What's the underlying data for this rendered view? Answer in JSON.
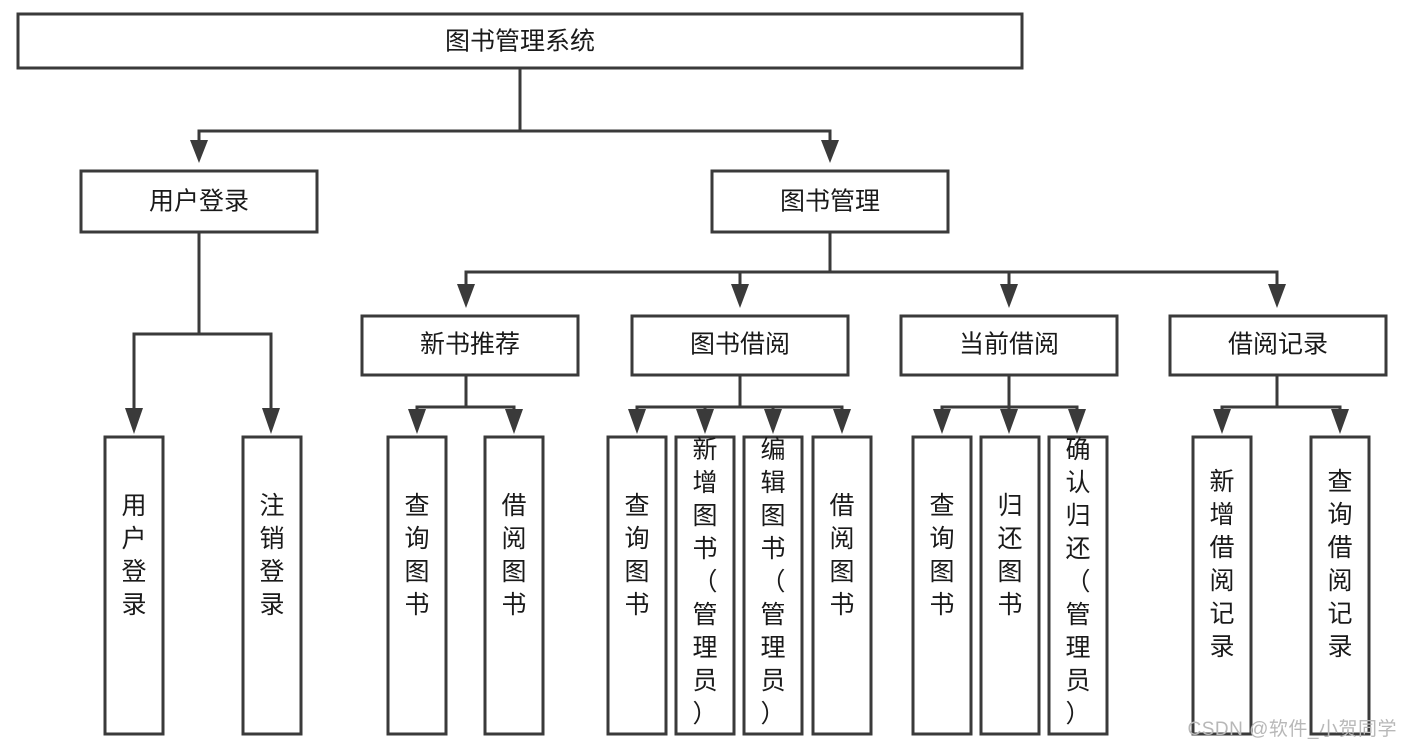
{
  "diagram": {
    "type": "tree",
    "title": "图书管理系统",
    "orientation": "top-down",
    "colors": {
      "box_fill": "#ffffff",
      "box_stroke": "#3a3a3a",
      "connector": "#3a3a3a",
      "text": "#1a1a1a",
      "watermark": "#b8b8b8",
      "background": "#ffffff"
    },
    "root": {
      "label": "图书管理系统",
      "orientation": "horizontal"
    },
    "level2": [
      {
        "label": "用户登录",
        "orientation": "horizontal"
      },
      {
        "label": "图书管理",
        "orientation": "horizontal"
      }
    ],
    "level3": [
      {
        "label": "新书推荐",
        "orientation": "horizontal"
      },
      {
        "label": "图书借阅",
        "orientation": "horizontal"
      },
      {
        "label": "当前借阅",
        "orientation": "horizontal"
      },
      {
        "label": "借阅记录",
        "orientation": "horizontal"
      }
    ],
    "leaves": {
      "user_login": [
        {
          "label": "用户登录",
          "orientation": "vertical"
        },
        {
          "label": "注销登录",
          "orientation": "vertical"
        }
      ],
      "new_book_recommend": [
        {
          "label": "查询图书",
          "orientation": "vertical"
        },
        {
          "label": "借阅图书",
          "orientation": "vertical"
        }
      ],
      "book_borrow": [
        {
          "label": "查询图书",
          "orientation": "vertical"
        },
        {
          "label": "新增图书（管理员）",
          "orientation": "vertical"
        },
        {
          "label": "编辑图书（管理员）",
          "orientation": "vertical"
        },
        {
          "label": "借阅图书",
          "orientation": "vertical"
        }
      ],
      "current_borrow": [
        {
          "label": "查询图书",
          "orientation": "vertical"
        },
        {
          "label": "归还图书",
          "orientation": "vertical"
        },
        {
          "label": "确认归还（管理员）",
          "orientation": "vertical"
        }
      ],
      "borrow_record": [
        {
          "label": "新增借阅记录",
          "orientation": "vertical"
        },
        {
          "label": "查询借阅记录",
          "orientation": "vertical"
        }
      ]
    },
    "edges": [
      {
        "from": "图书管理系统",
        "to": "用户登录"
      },
      {
        "from": "图书管理系统",
        "to": "图书管理"
      },
      {
        "from": "图书管理",
        "to": "新书推荐"
      },
      {
        "from": "图书管理",
        "to": "图书借阅"
      },
      {
        "from": "图书管理",
        "to": "当前借阅"
      },
      {
        "from": "图书管理",
        "to": "借阅记录"
      },
      {
        "from": "用户登录",
        "to": "用户登录"
      },
      {
        "from": "用户登录",
        "to": "注销登录"
      },
      {
        "from": "新书推荐",
        "to": "查询图书"
      },
      {
        "from": "新书推荐",
        "to": "借阅图书"
      },
      {
        "from": "图书借阅",
        "to": "查询图书"
      },
      {
        "from": "图书借阅",
        "to": "新增图书（管理员）"
      },
      {
        "from": "图书借阅",
        "to": "编辑图书（管理员）"
      },
      {
        "from": "图书借阅",
        "to": "借阅图书"
      },
      {
        "from": "当前借阅",
        "to": "查询图书"
      },
      {
        "from": "当前借阅",
        "to": "归还图书"
      },
      {
        "from": "当前借阅",
        "to": "确认归还（管理员）"
      },
      {
        "from": "借阅记录",
        "to": "新增借阅记录"
      },
      {
        "from": "借阅记录",
        "to": "查询借阅记录"
      }
    ]
  },
  "watermark": {
    "text": "CSDN @软件_小贺同学"
  }
}
